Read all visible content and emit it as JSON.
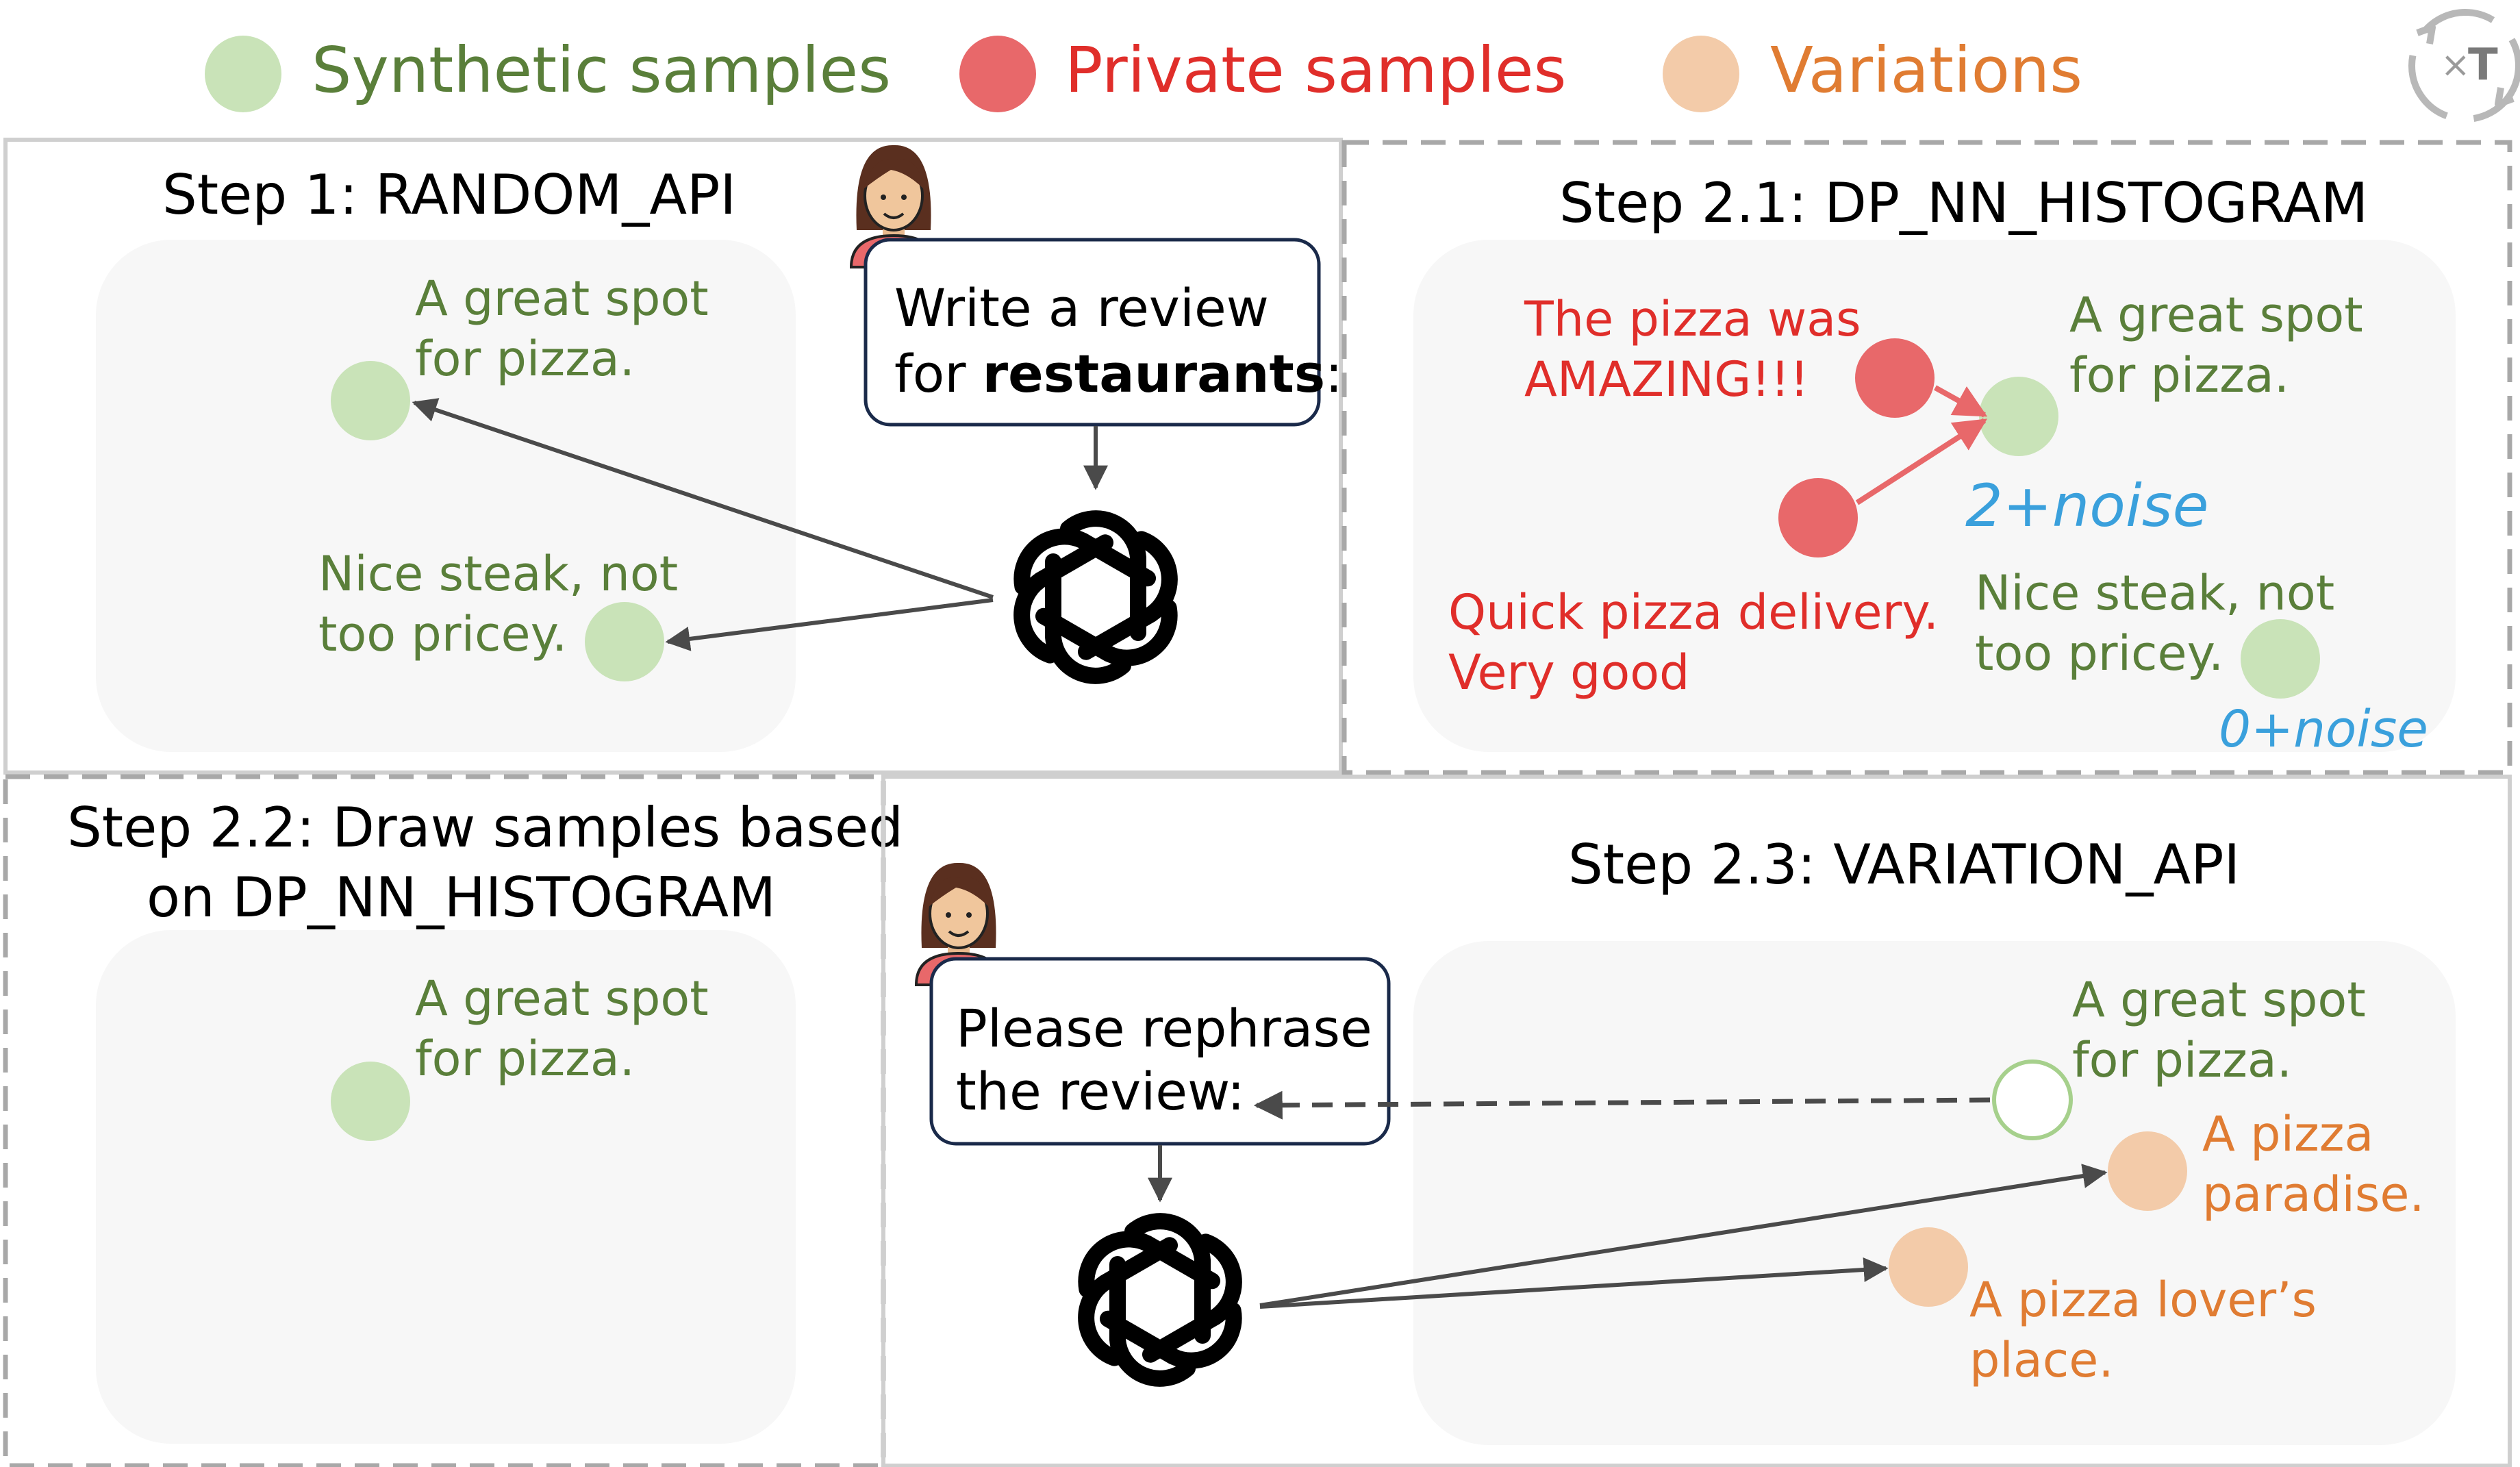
{
  "colors": {
    "synthetic": "#c9e3b8",
    "synthetic_text": "#5a7f3a",
    "private": "#e8686a",
    "private_text": "#e02e2a",
    "variation": "#f3cba9",
    "variation_text": "#e07c32",
    "noise_text": "#3aa0dc",
    "panel_bg": "#f7f7f7",
    "arrow": "#4a4a4a"
  },
  "legend": {
    "synthetic": "Synthetic samples",
    "private": "Private samples",
    "variations": "Variations"
  },
  "logo_icon": "cycle-times-t-icon",
  "step1": {
    "title": "Step 1: RANDOM_API",
    "prompt_line1": "Write a review",
    "prompt_line2_prefix": "for ",
    "prompt_line2_bold": "restaurants",
    "prompt_line2_suffix": ":",
    "sample1_line1": "A great spot",
    "sample1_line2": "for pizza.",
    "sample2_line1": "Nice steak, not",
    "sample2_line2": "too pricey."
  },
  "step21": {
    "title": "Step 2.1: DP_NN_HISTOGRAM",
    "private1_line1": "The pizza was",
    "private1_line2": "AMAZING!!!",
    "private2_line1": "Quick pizza delivery.",
    "private2_line2": "Very good",
    "sample1_line1": "A great spot",
    "sample1_line2": "for pizza.",
    "sample1_count": "2+noise",
    "sample2_line1": "Nice steak, not",
    "sample2_line2": "too pricey.",
    "sample2_count": "0+noise"
  },
  "step22": {
    "title_line1": "Step 2.2: Draw samples based",
    "title_line2": "on DP_NN_HISTOGRAM",
    "sample_line1": "A great spot",
    "sample_line2": "for pizza."
  },
  "step23": {
    "title": "Step 2.3: VARIATION_API",
    "prompt_line1": "Please rephrase",
    "prompt_line2": "the review:",
    "source_line1": "A great spot",
    "source_line2": "for pizza.",
    "variation1_line1": "A pizza",
    "variation1_line2": "paradise.",
    "variation2_line1": "A pizza lover’s",
    "variation2_line2": "place."
  }
}
